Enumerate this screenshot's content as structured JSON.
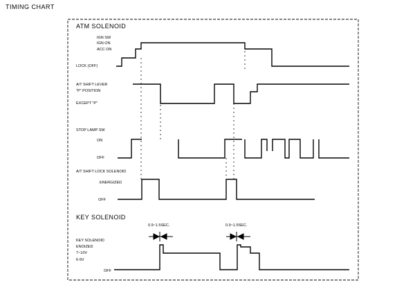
{
  "page_title": "TIMING CHART",
  "atm": {
    "section_title": "ATM SOLENOID",
    "ign_sw_label": "IGN SW",
    "ign_on_label": "IGN ON",
    "acc_on_label": "ACC ON",
    "lock_off_label": "LOCK (OFF)",
    "shift_lever_label": "A/T SHIFT LEVER",
    "p_position_label": "\"P\" POSITION",
    "except_p_label": "EXCEPT \"P\"",
    "stop_lamp_label": "STOP LAMP SW",
    "stop_on_label": "ON",
    "stop_off_label": "OFF",
    "shift_lock_solenoid_label": "A/T SHIFT LOCK SOLENOID",
    "energized_label": "ENERGIZED",
    "shift_lock_off_label": "OFF"
  },
  "key": {
    "section_title": "KEY SOLENOID",
    "delay_label_1": "0.9~1.5SEC.",
    "delay_label_2": "0.9~1.5SEC.",
    "key_solenoid_label": "KEY SOLENOID",
    "enoized_label": "ENOIZED",
    "v1_label": "7~10V",
    "v2_label": "6-9V",
    "off_label": "OFF"
  }
}
